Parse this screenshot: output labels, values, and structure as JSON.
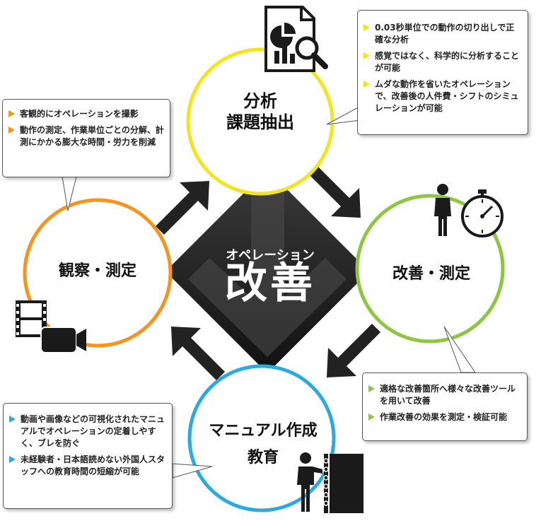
{
  "center": {
    "subtitle": "オペレーション",
    "title": "改善"
  },
  "colors": {
    "analysis": "#f2e51e",
    "improve": "#8dc63f",
    "education": "#29abe2",
    "observe": "#f7941d",
    "diamond": "#1e1e1e",
    "arrow": "#222222"
  },
  "nodes": {
    "analysis": {
      "line1": "分析",
      "line2": "課題抽出",
      "icon": "document-analysis-icon"
    },
    "improve": {
      "line1": "改善・測定",
      "icon": "stopwatch-person-icon"
    },
    "education": {
      "line1": "マニュアル作成",
      "line2": "教育",
      "icon": "teacher-board-icon"
    },
    "observe": {
      "line1": "観察・測定",
      "icon": "video-camera-icon"
    }
  },
  "callouts": {
    "observe": {
      "bullet_color": "#f7941d",
      "items": [
        "客観的にオペレーションを撮影",
        "動作の測定、作業単位ごとの分解、計測にかかる膨大な時間・労力を削減"
      ]
    },
    "analysis": {
      "bullet_color": "#f2e51e",
      "items": [
        "0.03秒単位での動作の切り出しで正確な分析",
        "感覚ではなく、科学的に分析することが可能",
        "ムダな動作を省いたオペレーションで、改善後の人件費・シフトのシミュレーションが可能"
      ]
    },
    "improve": {
      "bullet_color": "#8dc63f",
      "items": [
        "適格な改善箇所へ様々な改善ツールを用いて改善",
        "作業改善の効果を測定・検証可能"
      ]
    },
    "education": {
      "bullet_color": "#29abe2",
      "items": [
        "動画や画像などの可視化されたマニュアルでオペレーションの定着しやすく、ブレを防ぐ",
        "未経験者・日本語読めない外国人スタッフへの教育時間の短縮が可能"
      ]
    }
  }
}
